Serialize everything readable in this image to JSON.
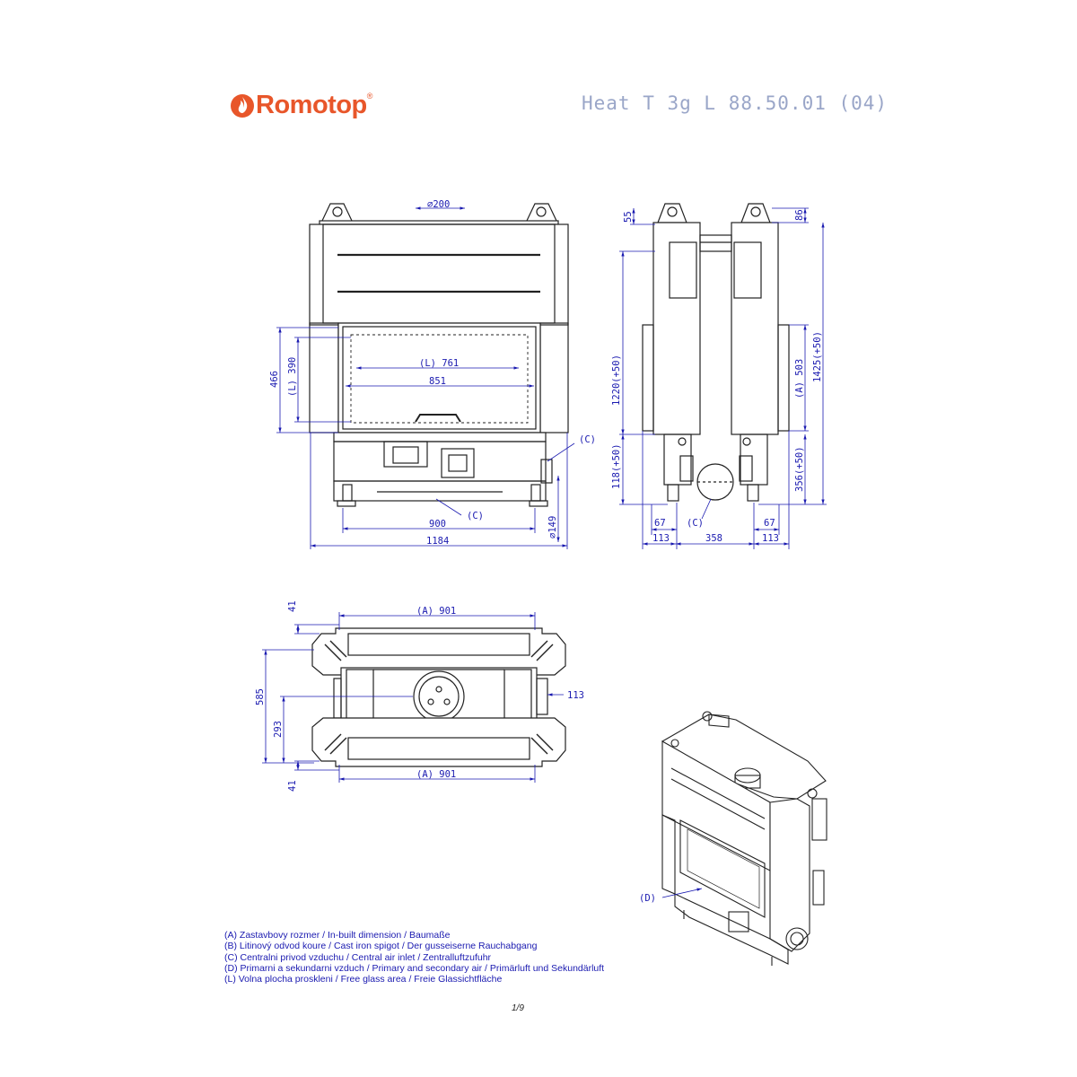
{
  "header": {
    "brand": "Romotop",
    "brand_mark": "®",
    "model": "Heat  T  3g  L  88.50.01 (04)"
  },
  "front_view": {
    "flue_diameter": "⌀200",
    "glass_width": "(L) 761",
    "inner_width": "851",
    "glass_height": "(L) 390",
    "height": "466",
    "air_inlet_side": "(C)",
    "air_inlet_bottom": "(C)",
    "base_width": "900",
    "total_width": "1184",
    "inlet_diameter": "⌀149"
  },
  "side_view": {
    "top_offset": "55",
    "top_right": "86",
    "height_main": "1220(+50)",
    "height_bottom": "118(+50)",
    "inner_a": "(A) 503",
    "height_total": "1425(+50)",
    "height_low": "356(+50)",
    "foot_left": "67",
    "foot_right": "67",
    "air_inlet": "(C)",
    "width_left": "113",
    "width_mid": "358",
    "width_right": "113"
  },
  "top_view": {
    "width_top": "(A) 901",
    "width_bottom": "(A) 901",
    "offset_top": "41",
    "offset_bottom": "41",
    "depth": "585",
    "half_depth": "293",
    "inlet_side": "113"
  },
  "iso_view": {
    "label_d": "(D)"
  },
  "legend": [
    "(A)  Zastavbovy rozmer / In-built dimension / Baumaße",
    "(B)  Litinový odvod koure / Cast iron spigot / Der gusseiserne Rauchabgang",
    "(C)  Centralni privod vzduchu / Central air inlet / Zentralluftzufuhr",
    "(D)  Primarni a sekundarni vzduch / Primary and secondary air / Primärluft und Sekundärluft",
    "(L)  Volna plocha proskleni / Free glass area / Freie Glassichtfläche"
  ],
  "footer": {
    "page": "1/9"
  },
  "colors": {
    "brand": "#e8562a",
    "dimension": "#1a1ab0",
    "model": "#9aa6c8",
    "line": "#222222"
  }
}
